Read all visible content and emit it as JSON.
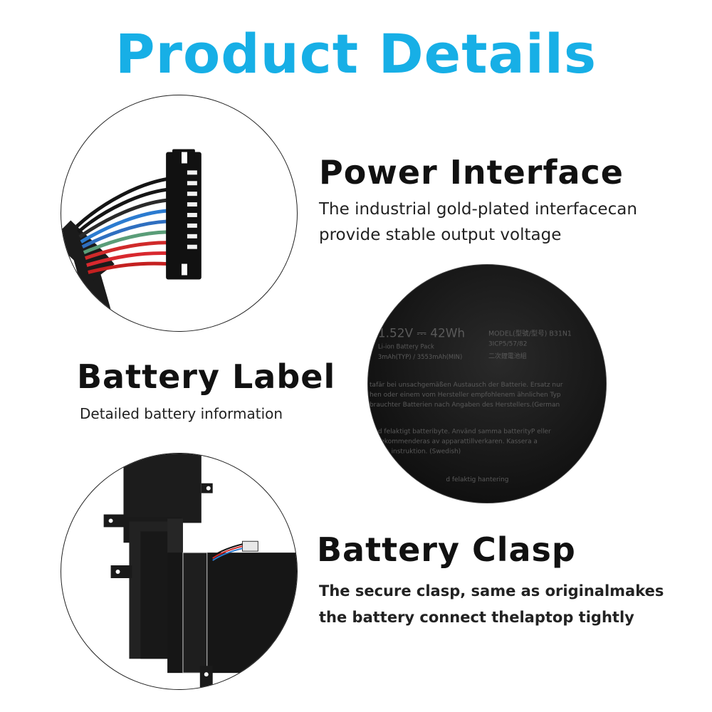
{
  "page": {
    "title": "Product Details",
    "accent_color": "#17afe6"
  },
  "power_interface": {
    "heading": "Power Interface",
    "description_lines": [
      "The industrial gold-plated interfacecan",
      "provide stable output voltage"
    ],
    "image_icon": "battery-connector-cable"
  },
  "battery_label": {
    "heading": "Battery Label",
    "description": "Detailed battery information",
    "image_icon": "battery-label-closeup",
    "label_print": {
      "line1": "1.52V ⎓ 42Wh",
      "model": "MODEL(型號/型号)  B31N1",
      "cells": "3ICP5/57/82",
      "pack": "Li-ion Battery Pack",
      "capacity": "3mAh(TYP) / 3553mAh(MIN)",
      "chinese": "二次鋰電池組",
      "german1": "tafär bei unsachgemäßen Austausch der Batterie. Ersatz nur",
      "german2": "hen oder einem vom Hersteller empfohlenem ähnlichen Typ",
      "german3": "brauchter Batterien nach Angaben des Herstellers.(German",
      "swedish1": "d felaktigt batteribyte. Använd samma batterityP eller",
      "swedish2": "rekommenderas av apparattillverkaren. Kassera a",
      "swedish3": "ens instruktion. (Swedish)",
      "swedish4": "d felaktig hantering"
    }
  },
  "battery_clasp": {
    "heading": "Battery Clasp",
    "description_lines": [
      "The secure clasp, same as originalmakes",
      "the battery connect thelaptop tightly"
    ],
    "image_icon": "battery-clasp-photo"
  }
}
